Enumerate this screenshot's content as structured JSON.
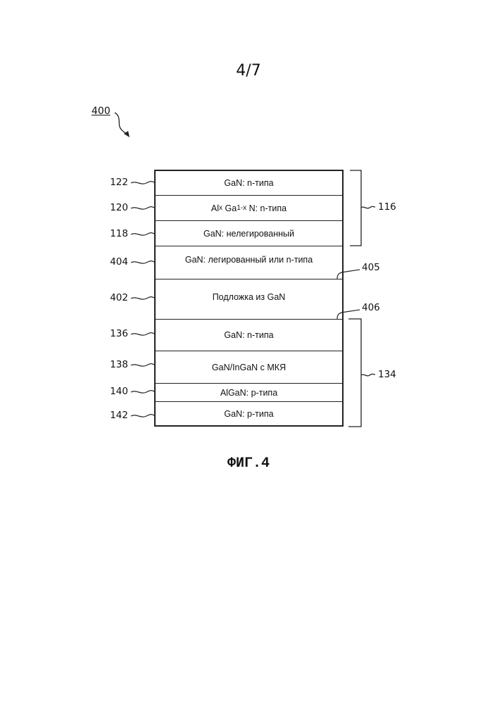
{
  "page_number": "4/7",
  "figure_ref": "400",
  "caption": "ФИГ.4",
  "layers": [
    {
      "ref": "122",
      "label": "GaN: n-типа"
    },
    {
      "ref": "120",
      "label_parts": [
        "Al",
        "x",
        "Ga",
        "1-x",
        "N: n-типа"
      ]
    },
    {
      "ref": "118",
      "label": "GaN: нелегированный"
    },
    {
      "ref": "404",
      "label": "GaN: легированный или n-типа"
    },
    {
      "ref": "402",
      "label": "Подложка из GaN"
    },
    {
      "ref": "136",
      "label": "GaN: n-типа"
    },
    {
      "ref": "138",
      "label": "GaN/InGaN с МКЯ"
    },
    {
      "ref": "140",
      "label": "AlGaN: p-типа"
    },
    {
      "ref": "142",
      "label": "GaN: p-типа"
    }
  ],
  "interfaces": [
    "405",
    "406"
  ],
  "groups": [
    "116",
    "134"
  ]
}
